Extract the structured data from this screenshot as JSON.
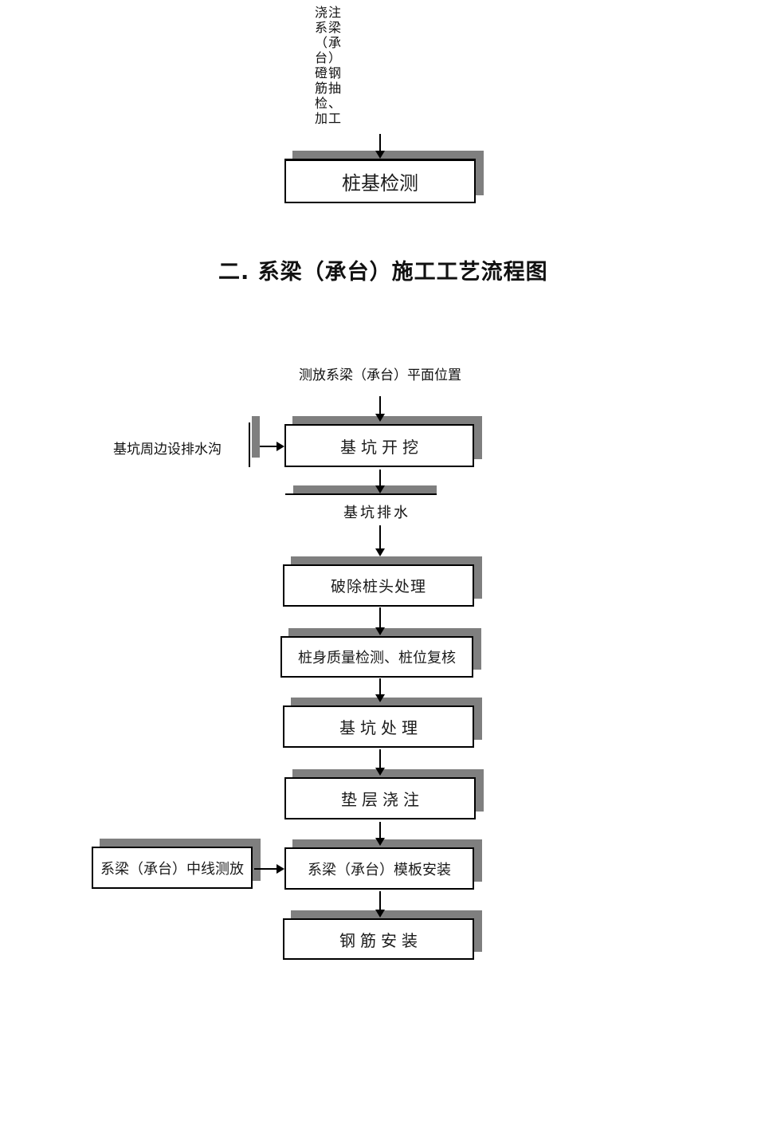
{
  "colors": {
    "shadow": "#7f7f7f",
    "box_border": "#000000",
    "box_fill": "#ffffff",
    "text": "#111111"
  },
  "top_note": {
    "lines": "浇注\n系梁\n（承\n台）\n磴钢\n筋抽\n检、\n加工"
  },
  "section1": {
    "final_box_label": "桩基检测"
  },
  "heading": {
    "text": "二. 系梁（承台）施工工艺流程图"
  },
  "flow": {
    "start_label": "测放系梁（承台）平面位置",
    "side_note": "基坑周边设排水沟",
    "side_box_label": "系梁（承台）中线测放",
    "steps": [
      {
        "label": "基坑开挖"
      },
      {
        "label": "基坑排水"
      },
      {
        "label": "破除桩头处理"
      },
      {
        "label": "桩身质量检测、桩位复核"
      },
      {
        "label": "基坑处理"
      },
      {
        "label": "垫层浇注"
      },
      {
        "label": "系梁（承台）模板安装"
      },
      {
        "label": "钢筋安装"
      }
    ]
  }
}
